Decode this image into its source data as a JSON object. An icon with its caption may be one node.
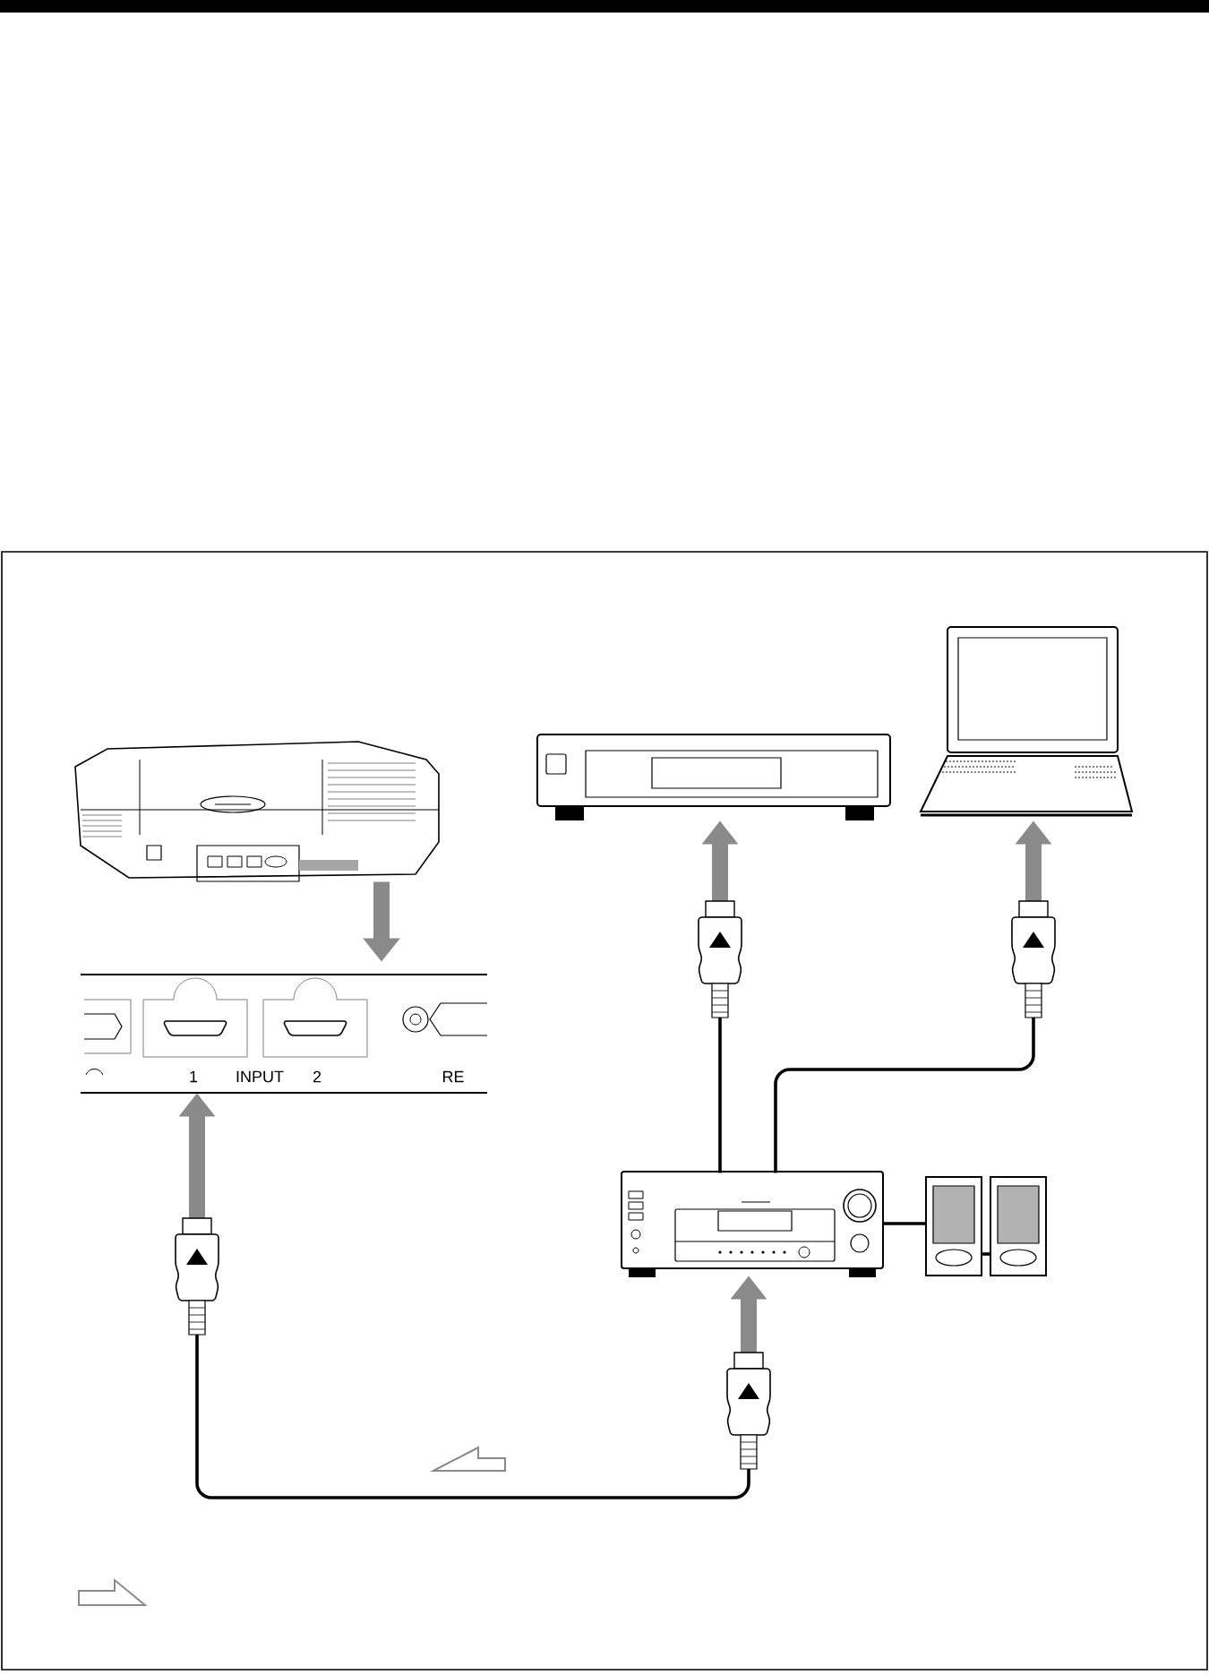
{
  "diagram": {
    "nodes": [
      {
        "text": [],
        "shape": "picture"
      },
      {
        "text": [
          "1",
          "INPUT",
          "2",
          "RE"
        ]
      },
      {
        "text": [],
        "shape": "picture"
      },
      {
        "text": [],
        "shape": "picture"
      },
      {
        "text": [],
        "shape": "picture"
      },
      {
        "text": [],
        "shape": "picture"
      },
      {
        "text": [],
        "shape": "picture"
      }
    ],
    "edges": [
      {
        "from": 0,
        "to": 1,
        "arrow": "to",
        "style": "thick",
        "color": "#8a8a8a"
      },
      {
        "from": 4,
        "to": 2,
        "arrow": "to"
      },
      {
        "from": 4,
        "to": 3,
        "arrow": "to"
      },
      {
        "from": 4,
        "to": 1,
        "arrow": "both"
      },
      {
        "from": 4,
        "to": 5,
        "arrow": "none"
      },
      {
        "from": 5,
        "to": 6,
        "arrow": "none"
      }
    ]
  }
}
